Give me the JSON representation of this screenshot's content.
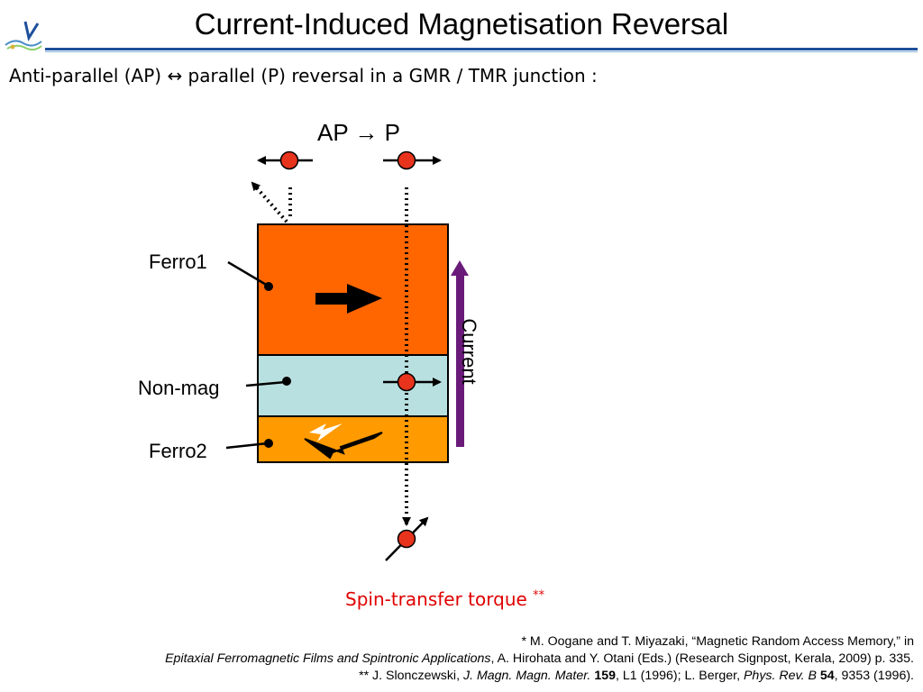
{
  "slide": {
    "title": "Current-Induced Magnetisation Reversal",
    "subtitle": "Anti-parallel (AP) ↔ parallel (P) reversal in a GMR / TMR junction :"
  },
  "diagram": {
    "heading": "AP → P",
    "layers": {
      "ferro1": "Ferro1",
      "nonmag": "Non-mag",
      "ferro2": "Ferro2"
    },
    "current_label": "Current",
    "colors": {
      "ferro1": "#ff6600",
      "nonmag": "#b9e0e0",
      "ferro2": "#ff9a00",
      "current_arrow": "#6a1b7a",
      "electron": "#e8341c"
    }
  },
  "caption": {
    "text": "Spin-transfer torque",
    "mark": "**"
  },
  "references": {
    "r1_prefix": "* M. Oogane and T. Miyazaki, ",
    "r1_title": "“Magnetic Random Access Memory,”",
    "r1_suffix": " in",
    "r2_book": "Epitaxial Ferromagnetic Films and Spintronic Applications",
    "r2_rest": ", A. Hirohata and Y. Otani (Eds.) (Research Signpost, Kerala, 2009) p. 335.",
    "r3_a": "** J. Slonczewski, ",
    "r3_journal1": "J. Magn. Magn. Mater.",
    "r3_vol1": "159",
    "r3_b": ", L1 (1996); L. Berger, ",
    "r3_journal2": "Phys. Rev. B",
    "r3_vol2": "54",
    "r3_c": ", 9353 (1996)."
  }
}
